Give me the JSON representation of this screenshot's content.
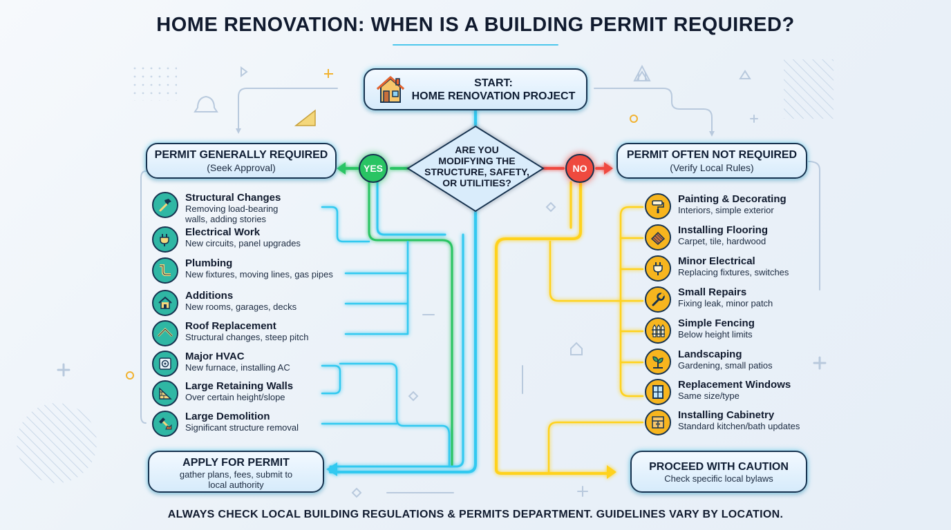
{
  "title": "HOME RENOVATION: WHEN IS A BUILDING PERMIT REQUIRED?",
  "start": {
    "line1": "START:",
    "line2": "HOME RENOVATION PROJECT",
    "icon": "house-icon"
  },
  "decision": {
    "lines": [
      "ARE YOU",
      "MODIFYING THE",
      "STRUCTURE, SAFETY,",
      "OR UTILITIES?"
    ],
    "yes_label": "YES",
    "no_label": "NO"
  },
  "left": {
    "heading": "PERMIT GENERALLY REQUIRED",
    "subheading": "(Seek Approval)",
    "items": [
      {
        "title": "Structural Changes",
        "desc": [
          "Removing load-bearing",
          "walls, adding stories"
        ],
        "icon": "hammer-icon"
      },
      {
        "title": "Electrical Work",
        "desc": [
          "New circuits, panel upgrades"
        ],
        "icon": "plug-icon"
      },
      {
        "title": "Plumbing",
        "desc": [
          "New fixtures, moving lines, gas pipes"
        ],
        "icon": "pipe-icon"
      },
      {
        "title": "Additions",
        "desc": [
          "New rooms, garages, decks"
        ],
        "icon": "house-icon"
      },
      {
        "title": "Roof Replacement",
        "desc": [
          "Structural changes, steep pitch"
        ],
        "icon": "roof-icon"
      },
      {
        "title": "Major HVAC",
        "desc": [
          "New furnace, installing AC"
        ],
        "icon": "hvac-icon"
      },
      {
        "title": "Large Retaining Walls",
        "desc": [
          "Over certain height/slope"
        ],
        "icon": "retaining-wall-icon"
      },
      {
        "title": "Large Demolition",
        "desc": [
          "Significant structure removal"
        ],
        "icon": "demolition-icon"
      }
    ],
    "end": {
      "title": "APPLY FOR PERMIT",
      "desc": [
        "gather plans, fees, submit to",
        "local authority"
      ]
    }
  },
  "right": {
    "heading": "PERMIT OFTEN NOT REQUIRED",
    "subheading": "(Verify Local Rules)",
    "items": [
      {
        "title": "Painting & Decorating",
        "desc": [
          "Interiors, simple exterior"
        ],
        "icon": "paint-roller-icon"
      },
      {
        "title": "Installing Flooring",
        "desc": [
          "Carpet, tile, hardwood"
        ],
        "icon": "flooring-icon"
      },
      {
        "title": "Minor Electrical",
        "desc": [
          "Replacing fixtures, switches"
        ],
        "icon": "plug-icon"
      },
      {
        "title": "Small Repairs",
        "desc": [
          "Fixing leak, minor patch"
        ],
        "icon": "wrench-icon"
      },
      {
        "title": "Simple Fencing",
        "desc": [
          "Below height limits"
        ],
        "icon": "fence-icon"
      },
      {
        "title": "Landscaping",
        "desc": [
          "Gardening, small patios"
        ],
        "icon": "plant-icon"
      },
      {
        "title": "Replacement Windows",
        "desc": [
          "Same size/type"
        ],
        "icon": "window-icon"
      },
      {
        "title": "Installing Cabinetry",
        "desc": [
          "Standard kitchen/bath updates"
        ],
        "icon": "cabinet-icon"
      }
    ],
    "end": {
      "title": "PROCEED WITH CAUTION",
      "desc": [
        "Check specific local bylaws"
      ]
    }
  },
  "footer": "ALWAYS CHECK LOCAL BUILDING REGULATIONS & PERMITS DEPARTMENT. GUIDELINES VARY BY LOCATION.",
  "colors": {
    "yes": "#29c463",
    "no": "#ef4a3f",
    "cyan": "#30c9f0",
    "yellow": "#ffd21c",
    "teal_icon": "#2fb7a4",
    "orange_icon": "#f7b51e",
    "outline": "#16324f"
  }
}
